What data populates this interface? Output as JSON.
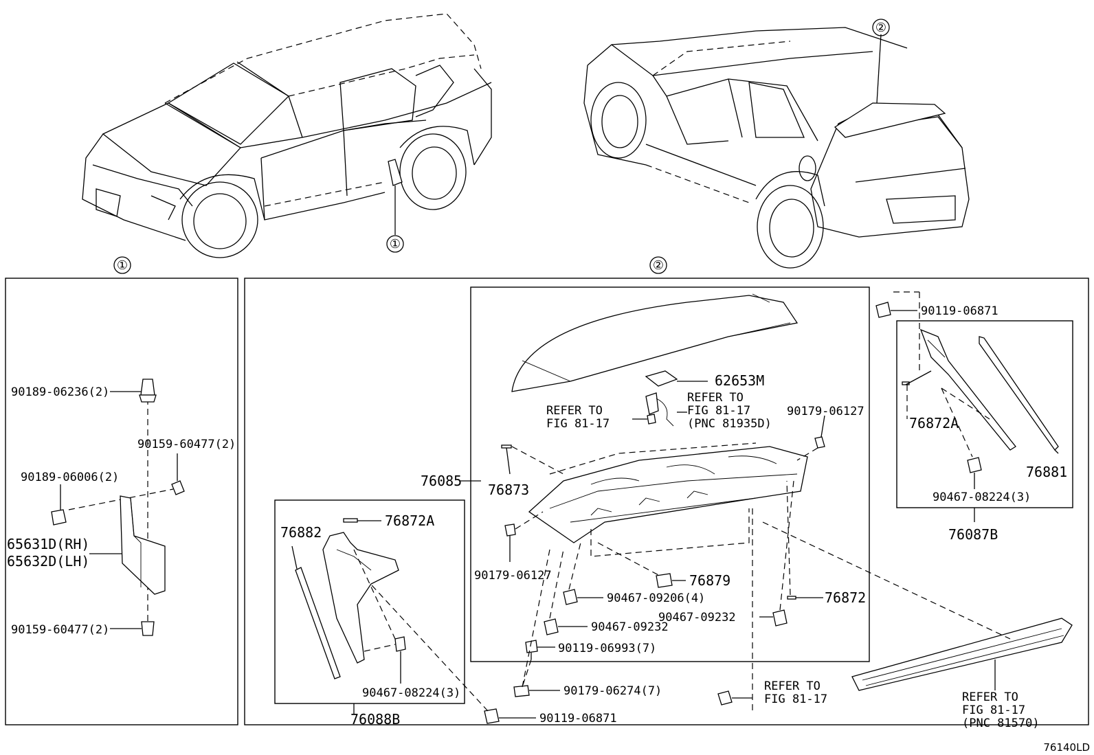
{
  "views": {
    "front_view_marker": "①",
    "rear_view_marker": "②",
    "marker_on_front_car": "①",
    "marker_on_rear_car": "②"
  },
  "section1": {
    "marker": "①",
    "labels": {
      "p1": "90189-06236(2)",
      "p2": "90159-60477(2)",
      "p3": "90189-06006(2)",
      "p4": "65631D(RH)",
      "p5": "65632D(LH)",
      "p6": "90159-60477(2)"
    }
  },
  "section2": {
    "marker": "②",
    "labels": {
      "spoiler_assy": "76085",
      "seal": "62653M",
      "refer_a_1": "REFER TO",
      "refer_a_2": "FIG 81-17",
      "refer_b_1": "REFER TO",
      "refer_b_2": "FIG 81-17",
      "refer_b_3": "(PNC 81935D)",
      "clip_right": "90179-06127",
      "tape_left": "76873",
      "clip_left": "90179-06127",
      "nut": "76879",
      "clip_a": "90467-09206(4)",
      "clip_b": "90467-09232",
      "clip_c": "90467-09232",
      "tape_right": "76872",
      "screw_a": "90119-06993(7)",
      "nut_b": "90179-06274(7)",
      "refer_c_1": "REFER TO",
      "refer_c_2": "FIG 81-17",
      "refer_d_1": "REFER TO",
      "refer_d_2": "FIG 81-17",
      "refer_d_3": "(PNC 81570)",
      "bolt_bottom": "90119-06871",
      "bolt_top": "90119-06871"
    },
    "left_subassy": {
      "name": "76088B",
      "labels": {
        "side_spoiler": "76882",
        "tape": "76872A",
        "clip": "90467-08224(3)"
      }
    },
    "right_subassy": {
      "name": "76087B",
      "labels": {
        "tape": "76872A",
        "side_spoiler": "76881",
        "clip": "90467-08224(3)"
      }
    }
  },
  "figure_code": "76140LD"
}
